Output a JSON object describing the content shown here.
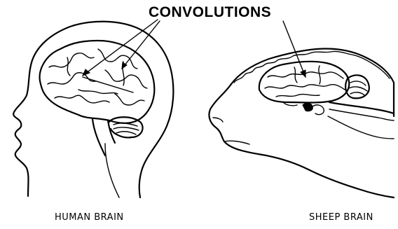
{
  "title": "CONVOLUTIONS",
  "labels": {
    "left": "HUMAN BRAIN",
    "right": "SHEEP BRAIN"
  },
  "icons": [
    "human-head-outline",
    "human-brain",
    "sheep-head-outline",
    "sheep-brain",
    "pointer-arrow"
  ]
}
